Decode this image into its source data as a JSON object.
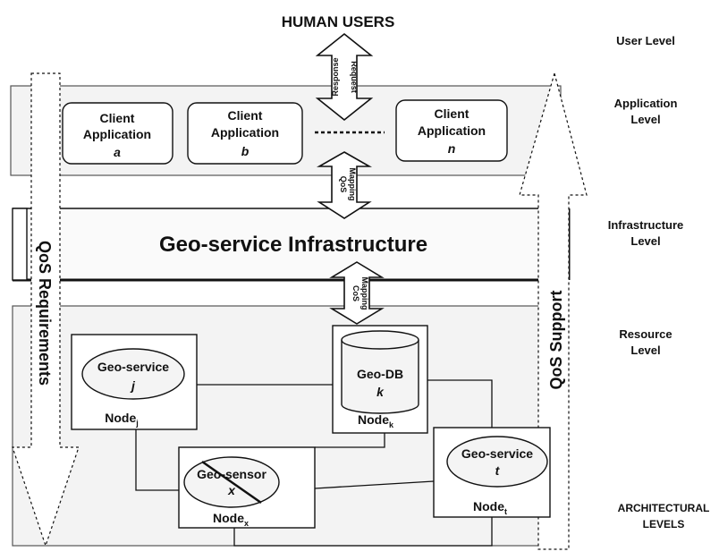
{
  "top_label": "HUMAN USERS",
  "levels": {
    "user": "User Level",
    "application": [
      "Application",
      "Level"
    ],
    "infrastructure": [
      "Infrastructure",
      "Level"
    ],
    "resource": [
      "Resource",
      "Level"
    ],
    "architectural": [
      "ARCHITECTURAL",
      "LEVELS"
    ]
  },
  "arrows": {
    "user_app": {
      "left": "Response",
      "right": "Request"
    },
    "app_infra": [
      "QoS",
      "Mapping"
    ],
    "infra_res": [
      "CoS",
      "Mapping"
    ]
  },
  "clients": [
    {
      "line1": "Client",
      "line2": "Application",
      "id": "a"
    },
    {
      "line1": "Client",
      "line2": "Application",
      "id": "b"
    },
    {
      "line1": "Client",
      "line2": "Application",
      "id": "n"
    }
  ],
  "infrastructure_title": "Geo-service Infrastructure",
  "side_arrows": {
    "left": "QoS Requirements",
    "right": "QoS Support"
  },
  "nodes": {
    "j": {
      "label": "Geo-service",
      "id": "j",
      "node": "Node",
      "sub": "j"
    },
    "k": {
      "label": "Geo-DB",
      "id": "k",
      "node": "Node",
      "sub": "k"
    },
    "x": {
      "label": "Geo-sensor",
      "id": "x",
      "node": "Node",
      "sub": "x"
    },
    "t": {
      "label": "Geo-service",
      "id": "t",
      "node": "Node",
      "sub": "t"
    }
  }
}
